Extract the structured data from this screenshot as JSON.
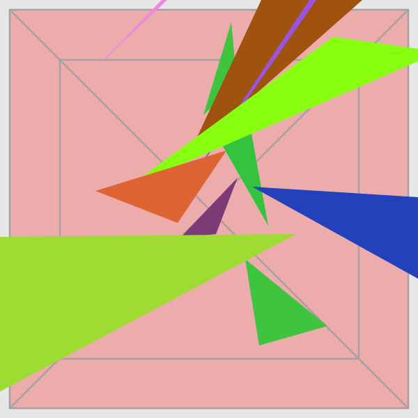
{
  "scene": {
    "background_color": "#e6e6e6",
    "room": {
      "wall_color": "#ecacac",
      "edge_color": "#a8a0a0"
    },
    "shards": [
      {
        "name": "pink-sliver-shard",
        "color": "#ee88dd"
      },
      {
        "name": "green-vertical-shard",
        "color": "#3ec43e"
      },
      {
        "name": "brown-shard",
        "color": "#a0520f"
      },
      {
        "name": "purple-sliver-shard",
        "color": "#9955dd"
      },
      {
        "name": "lime-upper-shard",
        "color": "#88ff11"
      },
      {
        "name": "orange-shard",
        "color": "#de6433"
      },
      {
        "name": "green-center-shard",
        "color": "#33c33c"
      },
      {
        "name": "mauve-shard",
        "color": "#7c3b74"
      },
      {
        "name": "blue-shard",
        "color": "#2341bb"
      },
      {
        "name": "green-lower-shard",
        "color": "#3ec43e"
      },
      {
        "name": "lime-lower-shard",
        "color": "#9edc33"
      }
    ]
  }
}
